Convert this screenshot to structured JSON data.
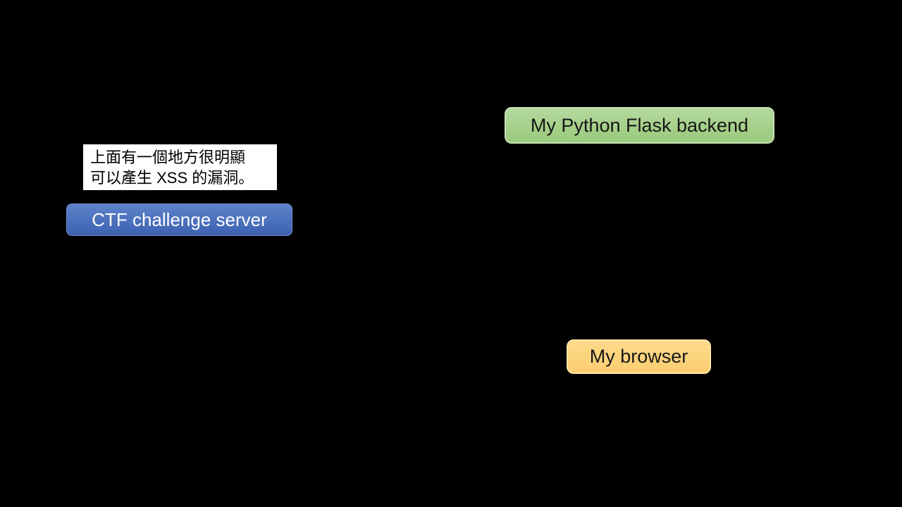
{
  "slide": {
    "background_color": "#000000",
    "annotation": {
      "lines": [
        "上面有一個地方很明顯",
        "可以產生 XSS 的漏洞。"
      ],
      "background_color": "#ffffff",
      "text_color": "#000000"
    },
    "nodes": [
      {
        "id": "ctf-challenge-server",
        "label": "CTF challenge server",
        "fill_top": "#5e83ca",
        "fill_bottom": "#3c61b1",
        "border_color": "#6f8ecf",
        "text_color": "#ffffff"
      },
      {
        "id": "python-flask-backend",
        "label": "My Python Flask backend",
        "fill_top": "#b5d9a0",
        "fill_bottom": "#9bc97e",
        "border_color": "#c6e2b5",
        "text_color": "#161616"
      },
      {
        "id": "my-browser",
        "label": "My browser",
        "fill_top": "#fdda8a",
        "fill_bottom": "#fbcd70",
        "border_color": "#ffe6a6",
        "text_color": "#161616"
      }
    ]
  }
}
